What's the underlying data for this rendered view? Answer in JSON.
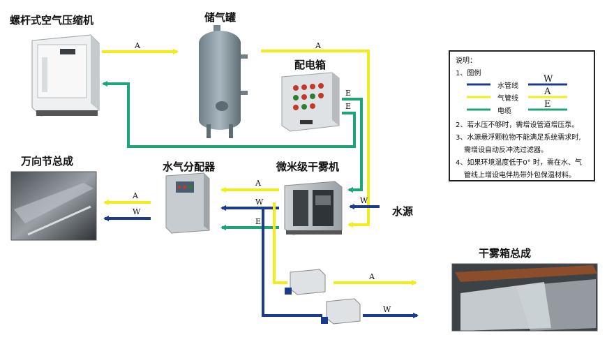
{
  "components": {
    "compressor": "螺杆式空气压缩机",
    "tank": "储气罐",
    "panel": "配电箱",
    "fogger": "微米级干雾机",
    "distributor": "水气分配器",
    "joint": "万向节总成",
    "water_source": "水源",
    "fogbox": "干雾箱总成"
  },
  "line_labels": {
    "air": "A",
    "water": "W",
    "electric": "E"
  },
  "legend": {
    "title": "说明：",
    "item1": "1、图例",
    "water_line": "水管线",
    "air_line": "气管线",
    "cable": "电缆",
    "note2": "2、若水压不够时，需增设管道增压泵。",
    "note3a": "3、水源悬浮颗粒物不能满足系统需求时,",
    "note3b": "需增设自动反冲洗过滤器。",
    "note4a": "4、如果环境温度低于0° 时，需在水、气",
    "note4b": "管线上增设电伴热带外包保温材料。"
  },
  "colors": {
    "air": "#f2ec1a",
    "water": "#1b3c8c",
    "electric": "#1fa47a",
    "equipment": "#8a9aa2"
  }
}
